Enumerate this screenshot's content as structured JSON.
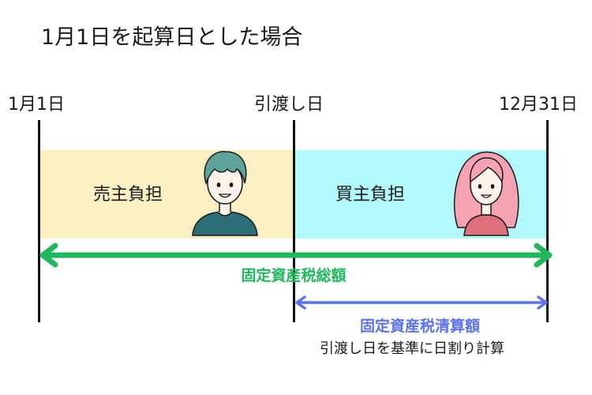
{
  "title": "1月1日を起算日とした場合",
  "dates": {
    "start": "1月1日",
    "handover": "引渡し日",
    "end": "12月31日"
  },
  "bands": {
    "seller": {
      "label": "売主負担",
      "color": "#FCEFC4"
    },
    "buyer": {
      "label": "買主負担",
      "color": "#B2F9FB"
    }
  },
  "arrows": {
    "total": {
      "label": "固定資産税総額",
      "color": "#1FB85C"
    },
    "settlement": {
      "label": "固定資産税清算額",
      "color": "#5A73F2"
    }
  },
  "note": "引渡し日を基準に日割り計算",
  "icons": {
    "seller": "man-avatar-icon",
    "buyer": "woman-avatar-icon"
  }
}
